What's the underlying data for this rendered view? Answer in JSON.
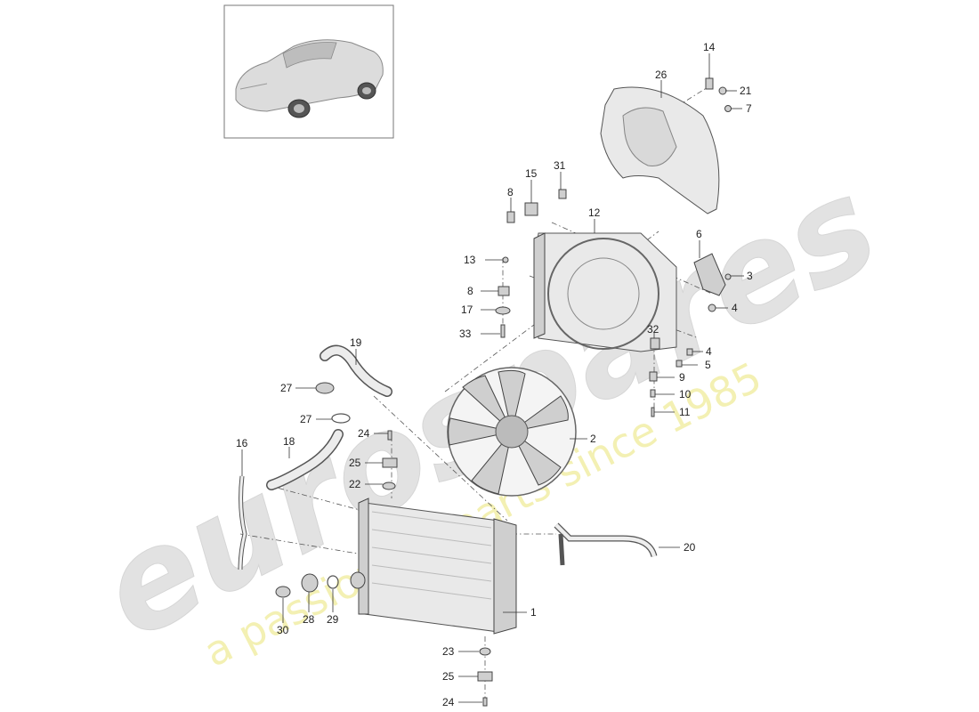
{
  "watermark": {
    "brand": "eurospares",
    "tagline": "a passion for parts since 1985"
  },
  "parts": [
    {
      "id": "p1",
      "num": "1"
    },
    {
      "id": "p2",
      "num": "2"
    },
    {
      "id": "p3",
      "num": "3"
    },
    {
      "id": "p4a",
      "num": "4"
    },
    {
      "id": "p4b",
      "num": "4"
    },
    {
      "id": "p5",
      "num": "5"
    },
    {
      "id": "p6",
      "num": "6"
    },
    {
      "id": "p7",
      "num": "7"
    },
    {
      "id": "p8a",
      "num": "8"
    },
    {
      "id": "p8b",
      "num": "8"
    },
    {
      "id": "p9",
      "num": "9"
    },
    {
      "id": "p10",
      "num": "10"
    },
    {
      "id": "p11",
      "num": "11"
    },
    {
      "id": "p12",
      "num": "12"
    },
    {
      "id": "p13",
      "num": "13"
    },
    {
      "id": "p14",
      "num": "14"
    },
    {
      "id": "p15",
      "num": "15"
    },
    {
      "id": "p16",
      "num": "16"
    },
    {
      "id": "p17",
      "num": "17"
    },
    {
      "id": "p18",
      "num": "18"
    },
    {
      "id": "p19",
      "num": "19"
    },
    {
      "id": "p20",
      "num": "20"
    },
    {
      "id": "p21",
      "num": "21"
    },
    {
      "id": "p22",
      "num": "22"
    },
    {
      "id": "p23",
      "num": "23"
    },
    {
      "id": "p24a",
      "num": "24"
    },
    {
      "id": "p24b",
      "num": "24"
    },
    {
      "id": "p25a",
      "num": "25"
    },
    {
      "id": "p25b",
      "num": "25"
    },
    {
      "id": "p26",
      "num": "26"
    },
    {
      "id": "p27a",
      "num": "27"
    },
    {
      "id": "p27b",
      "num": "27"
    },
    {
      "id": "p28",
      "num": "28"
    },
    {
      "id": "p29",
      "num": "29"
    },
    {
      "id": "p30",
      "num": "30"
    },
    {
      "id": "p31",
      "num": "31"
    },
    {
      "id": "p32",
      "num": "32"
    },
    {
      "id": "p33",
      "num": "33"
    }
  ]
}
